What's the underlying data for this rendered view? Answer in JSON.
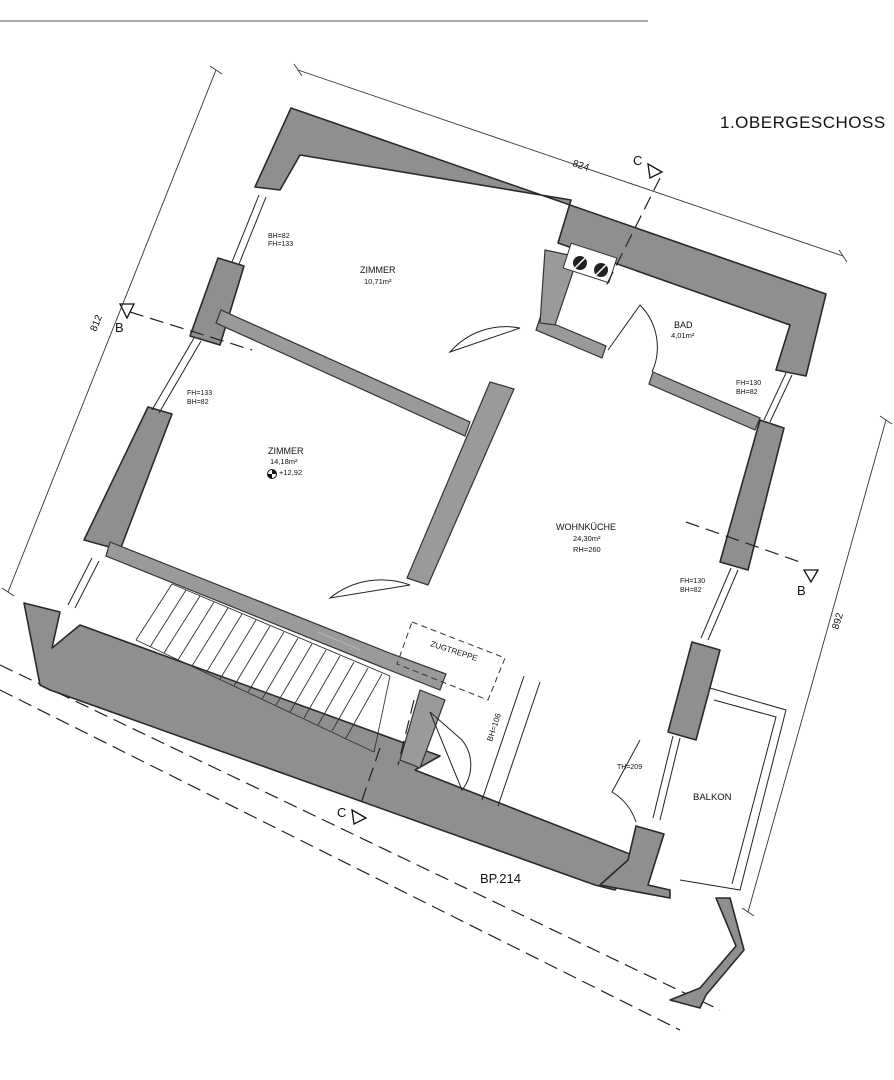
{
  "title": "1.OBERGESCHOSS",
  "parcel": "BP.214",
  "dimensions": {
    "top": "824",
    "left": "812",
    "right": "892"
  },
  "sections": {
    "b": "B",
    "c": "C"
  },
  "rooms": {
    "zimmer1": {
      "name": "ZIMMER",
      "area": "10,71m²"
    },
    "zimmer2": {
      "name": "ZIMMER",
      "area": "14,18m²",
      "level": "+12,92"
    },
    "bad": {
      "name": "BAD",
      "area": "4,01m²"
    },
    "wohnkueche": {
      "name": "WOHNKÜCHE",
      "area": "24,30m²",
      "height": "RH=260"
    },
    "balkon": {
      "name": "BALKON"
    }
  },
  "windows": {
    "w1": {
      "l1": "BH=82",
      "l2": "FH=133"
    },
    "w2": {
      "l1": "FH=133",
      "l2": "BH=82"
    },
    "w3": {
      "l1": "FH=130",
      "l2": "BH=82"
    },
    "w4": {
      "l1": "FH=130",
      "l2": "BH=82"
    }
  },
  "door_height": "TH=209",
  "stair": {
    "label": "ZUGTREPPE",
    "bh": "BH=106"
  }
}
